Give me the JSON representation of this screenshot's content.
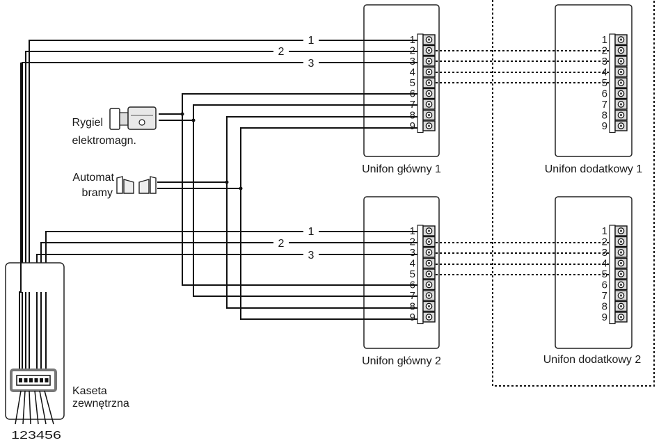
{
  "units": {
    "main1": {
      "label": "Unifon główny 1"
    },
    "extra1": {
      "label": "Unifon dodatkowy 1"
    },
    "main2": {
      "label": "Unifon główny 2"
    },
    "extra2": {
      "label": "Unifon dodatkowy 2"
    }
  },
  "terminal_numbers": [
    "1",
    "2",
    "3",
    "4",
    "5",
    "6",
    "7",
    "8",
    "9"
  ],
  "line_labels": [
    "1",
    "2",
    "3"
  ],
  "lock": {
    "line1": "Rygiel",
    "line2": "elektromagn."
  },
  "gate": {
    "line1": "Automat",
    "line2": "bramy"
  },
  "panel": {
    "line1": "Kaseta",
    "line2": "zewnętrzna",
    "pins": "123456"
  },
  "colors": {
    "wire": "#111111",
    "box_stroke": "#222222"
  }
}
